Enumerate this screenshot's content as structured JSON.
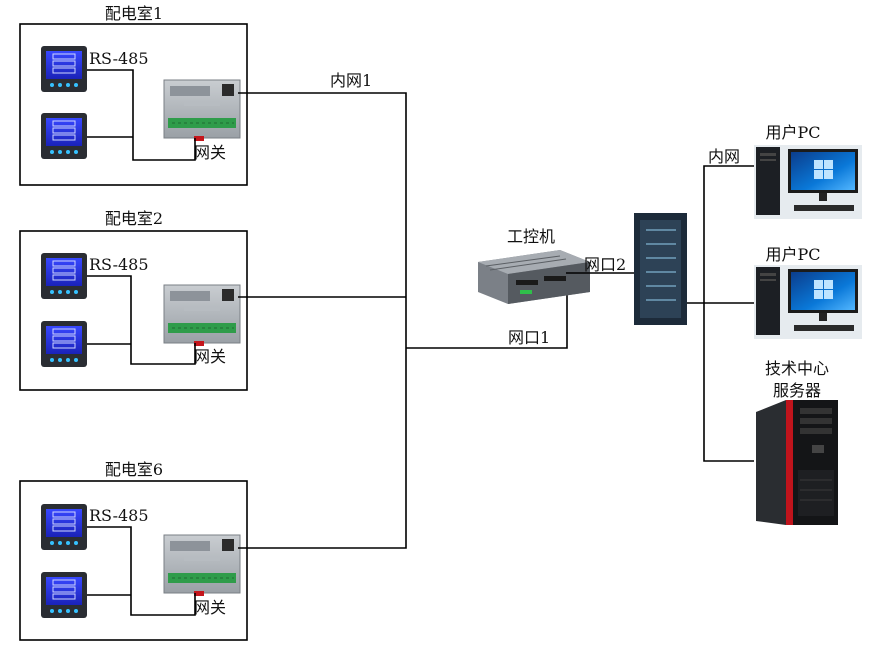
{
  "rooms": [
    {
      "title": "配电室1",
      "rs485": "RS-485",
      "gateway": "网关"
    },
    {
      "title": "配电室2",
      "rs485": "RS-485",
      "gateway": "网关"
    },
    {
      "title": "配电室6",
      "rs485": "RS-485",
      "gateway": "网关"
    }
  ],
  "network": {
    "lan_label": "内网1",
    "ipc_title": "工控机",
    "port1": "网口1",
    "port2": "网口2",
    "right_lan": "内网"
  },
  "clients": [
    {
      "label": "用户PC"
    },
    {
      "label": "用户PC"
    }
  ],
  "server": {
    "line1": "技术中心",
    "line2": "服务器"
  },
  "colors": {
    "meter_screen": "#1f2fe0",
    "pc_screen": "#0a78d8",
    "server_red": "#c0141c"
  }
}
